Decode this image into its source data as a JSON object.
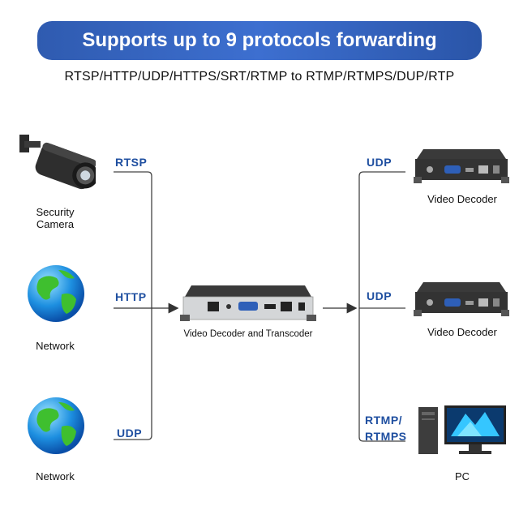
{
  "header": {
    "title": "Supports up to 9 protocols forwarding",
    "protocols_line": "RTSP/HTTP/UDP/HTTPS/SRT/RTMP to RTMP/RTMPS/DUP/RTP"
  },
  "sources": [
    {
      "label_line1": "Security",
      "label_line2": "Camera",
      "protocol": "RTSP"
    },
    {
      "label": "Network",
      "protocol": "HTTP"
    },
    {
      "label": "Network",
      "protocol": "UDP"
    }
  ],
  "center": {
    "label": "Video Decoder and Transcoder"
  },
  "outputs": [
    {
      "label": "Video Decoder",
      "protocol": "UDP"
    },
    {
      "label": "Video Decoder",
      "protocol": "UDP"
    },
    {
      "label": "PC",
      "protocol_line1": "RTMP/",
      "protocol_line2": "RTMPS"
    }
  ],
  "colors": {
    "banner": "#2f5bb0",
    "protocol_text": "#1f4fa0",
    "line": "#444444"
  }
}
